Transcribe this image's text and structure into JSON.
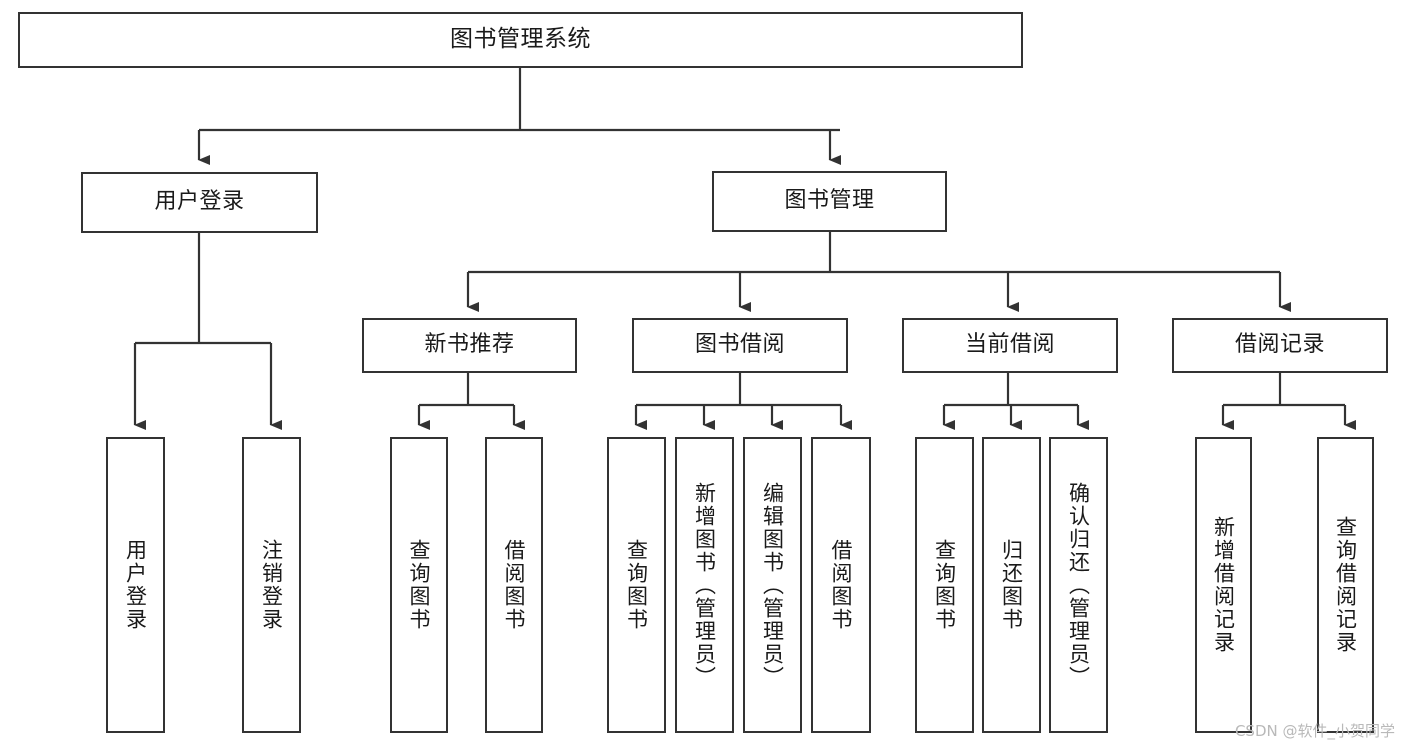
{
  "diagram": {
    "title": "图书管理系统",
    "type": "tree-hierarchy",
    "style": {
      "box_border_color": "#333333",
      "box_fill_color": "#ffffff",
      "edge_color": "#333333",
      "text_color": "#1a1a1a",
      "background_color": "#ffffff"
    },
    "nodes": {
      "root": {
        "label": "图书管理系统"
      },
      "level1": [
        {
          "id": "user-login",
          "label": "用户登录"
        },
        {
          "id": "book-manage",
          "label": "图书管理"
        }
      ],
      "level2": [
        {
          "id": "new-book-recommend",
          "label": "新书推荐"
        },
        {
          "id": "book-borrow",
          "label": "图书借阅"
        },
        {
          "id": "current-borrow",
          "label": "当前借阅"
        },
        {
          "id": "borrow-record",
          "label": "借阅记录"
        }
      ],
      "leaves": {
        "user-login": [
          {
            "id": "leaf-user-login",
            "label": "用户登录"
          },
          {
            "id": "leaf-logout-login",
            "label": "注销登录"
          }
        ],
        "new-book-recommend": [
          {
            "id": "leaf-query-book-1",
            "label": "查询图书"
          },
          {
            "id": "leaf-borrow-book-1",
            "label": "借阅图书"
          }
        ],
        "book-borrow": [
          {
            "id": "leaf-query-book-2",
            "label": "查询图书"
          },
          {
            "id": "leaf-add-book",
            "label": "新增图书（管理员）"
          },
          {
            "id": "leaf-edit-book",
            "label": "编辑图书（管理员）"
          },
          {
            "id": "leaf-borrow-book-2",
            "label": "借阅图书"
          }
        ],
        "current-borrow": [
          {
            "id": "leaf-query-book-3",
            "label": "查询图书"
          },
          {
            "id": "leaf-return-book",
            "label": "归还图书"
          },
          {
            "id": "leaf-confirm-return",
            "label": "确认归还（管理员）"
          }
        ],
        "borrow-record": [
          {
            "id": "leaf-add-record",
            "label": "新增借阅记录"
          },
          {
            "id": "leaf-query-record",
            "label": "查询借阅记录"
          }
        ]
      }
    },
    "watermark": "CSDN @软件_小贺同学"
  }
}
